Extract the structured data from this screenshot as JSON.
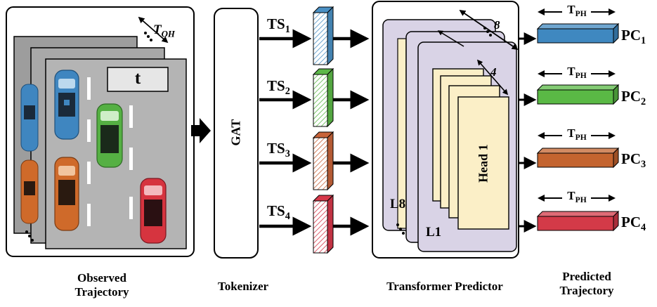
{
  "captions": {
    "observed": "Observed Trajectory",
    "tokenizer": "Tokenizer",
    "transformer": "Transformer Predictor",
    "predicted": "Predicted Trajectory"
  },
  "observed_panel": {
    "frame_label": "t",
    "horizon_symbol": "T",
    "horizon_sub": "OH"
  },
  "tokenizer": {
    "label": "GAT"
  },
  "tokens": [
    {
      "prefix": "TS",
      "index": "1",
      "color": "#4a90c4"
    },
    {
      "prefix": "TS",
      "index": "2",
      "color": "#5cb848"
    },
    {
      "prefix": "TS",
      "index": "3",
      "color": "#c8643a"
    },
    {
      "prefix": "TS",
      "index": "4",
      "color": "#d6384a"
    }
  ],
  "transformer": {
    "layers_count": "8",
    "heads_count": "4",
    "back_layer": "L8",
    "front_layer": "L1",
    "head_label": "Head 1"
  },
  "outputs": [
    {
      "prefix": "PC",
      "index": "1",
      "color": "#3f88c0"
    },
    {
      "prefix": "PC",
      "index": "2",
      "color": "#5ab945"
    },
    {
      "prefix": "PC",
      "index": "3",
      "color": "#c4642f"
    },
    {
      "prefix": "PC",
      "index": "4",
      "color": "#d33a48"
    }
  ],
  "prediction_horizon": {
    "symbol": "T",
    "sub": "PH"
  }
}
